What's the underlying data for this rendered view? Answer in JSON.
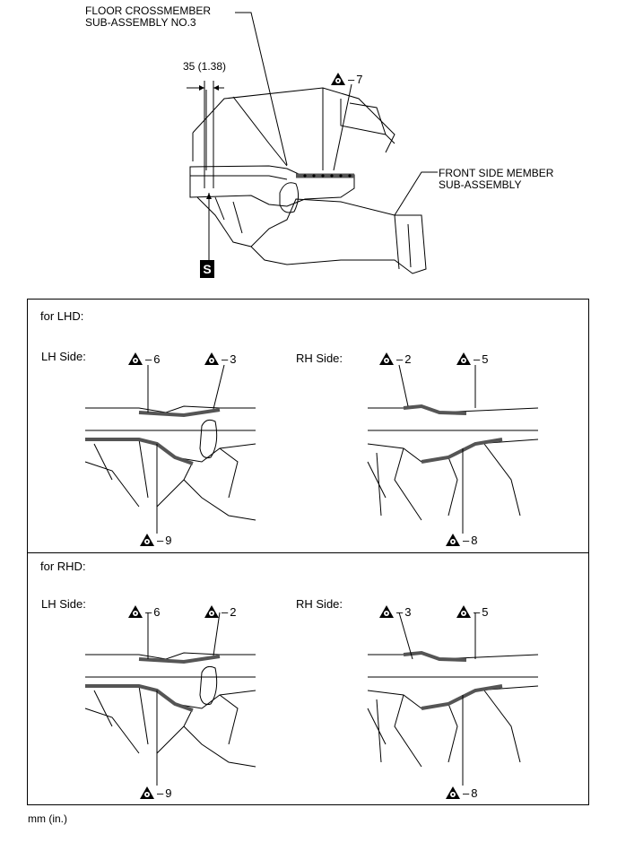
{
  "top": {
    "crossmember_label_l1": "FLOOR CROSSMEMBER",
    "crossmember_label_l2": "SUB-ASSEMBLY NO.3",
    "front_member_label_l1": "FRONT SIDE MEMBER",
    "front_member_label_l2": "SUB-ASSEMBLY",
    "dimension": "35 (1.38)",
    "callout_7": "7",
    "symbol_s": "S"
  },
  "lhd": {
    "title": "for LHD:",
    "lh_side": "LH Side:",
    "rh_side": "RH Side:",
    "lh_callouts": {
      "upper_left": "6",
      "upper_right": "3",
      "lower": "9"
    },
    "rh_callouts": {
      "upper_left": "2",
      "upper_right": "5",
      "lower": "8"
    }
  },
  "rhd": {
    "title": "for RHD:",
    "lh_side": "LH Side:",
    "rh_side": "RH Side:",
    "lh_callouts": {
      "upper_left": "6",
      "upper_right": "2",
      "lower": "9"
    },
    "rh_callouts": {
      "upper_left": "3",
      "upper_right": "5",
      "lower": "8"
    }
  },
  "footer": {
    "units": "mm (in.)"
  },
  "icons": {
    "weld": "weld-triangle-icon",
    "sealant": "s-symbol-icon"
  }
}
